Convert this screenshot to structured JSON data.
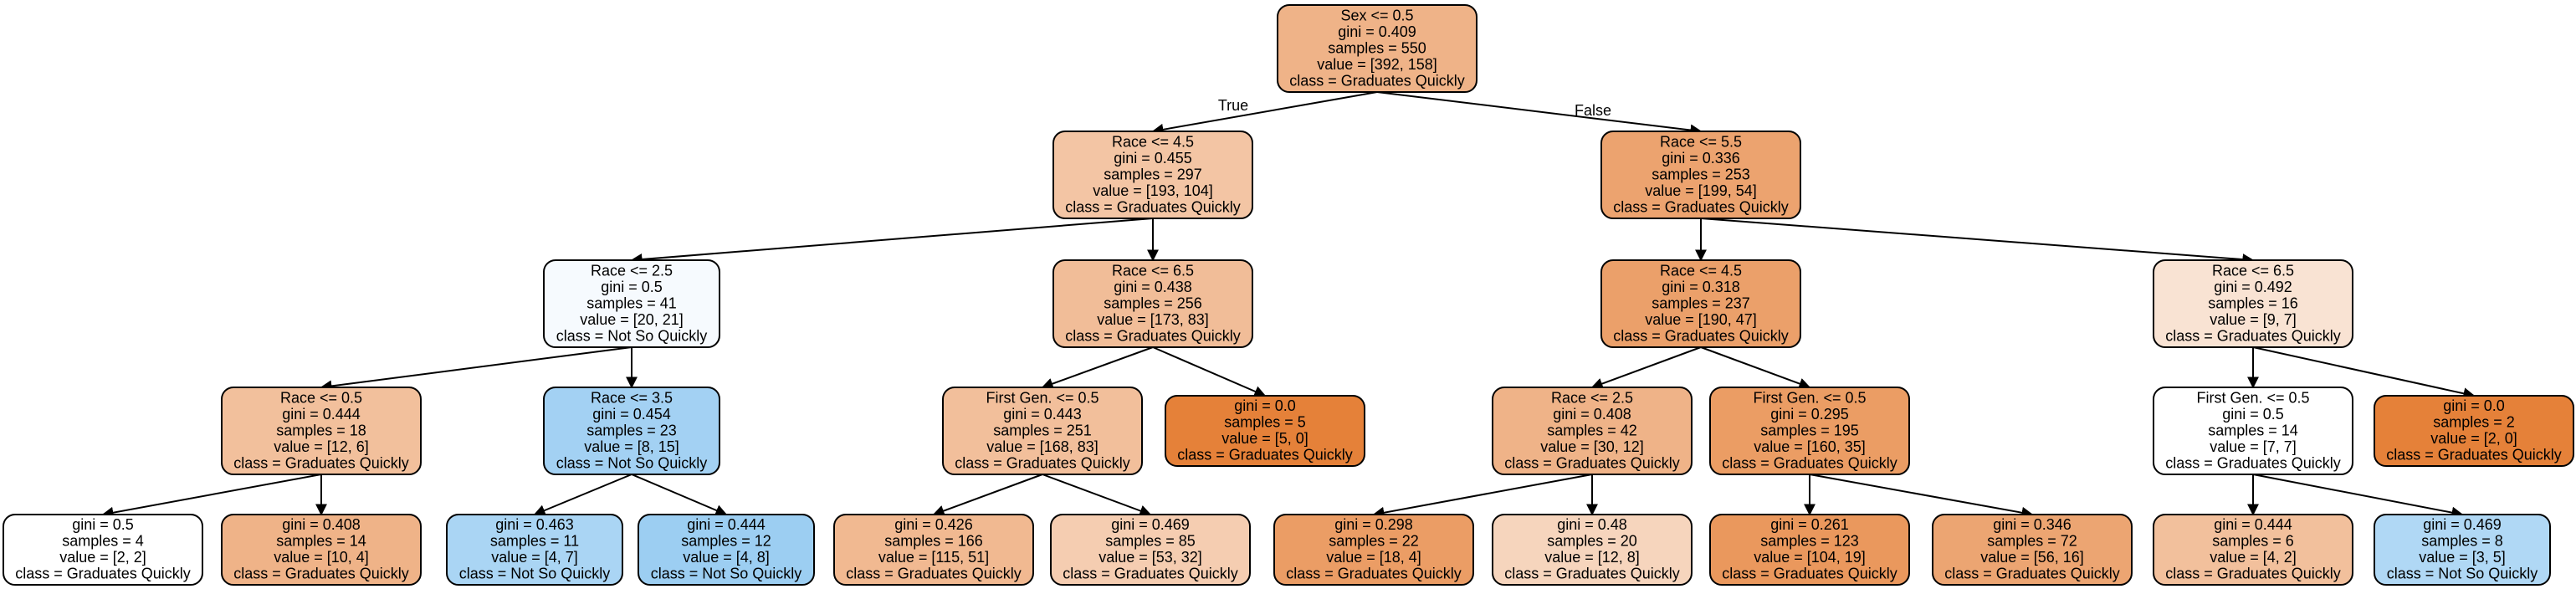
{
  "tree": {
    "nodes": [
      {
        "id": "n0",
        "lines": [
          "Sex <= 0.5",
          "gini = 0.409",
          "samples = 550",
          "value = [392, 158]",
          "class = Graduates Quickly"
        ],
        "fill": "#efb388"
      },
      {
        "id": "n1",
        "lines": [
          "Race <= 4.5",
          "gini = 0.455",
          "samples = 297",
          "value = [193, 104]",
          "class = Graduates Quickly"
        ],
        "fill": "#f3c5a4"
      },
      {
        "id": "n2",
        "lines": [
          "Race <= 5.5",
          "gini = 0.336",
          "samples = 253",
          "value = [199, 54]",
          "class = Graduates Quickly"
        ],
        "fill": "#eca36f"
      },
      {
        "id": "n3",
        "lines": [
          "Race <= 2.5",
          "gini = 0.5",
          "samples = 41",
          "value = [20, 21]",
          "class = Not So Quickly"
        ],
        "fill": "#f6fafe"
      },
      {
        "id": "n4",
        "lines": [
          "Race <= 6.5",
          "gini = 0.438",
          "samples = 256",
          "value = [173, 83]",
          "class = Graduates Quickly"
        ],
        "fill": "#f1bd98"
      },
      {
        "id": "n5",
        "lines": [
          "Race <= 4.5",
          "gini = 0.318",
          "samples = 237",
          "value = [190, 47]",
          "class = Graduates Quickly"
        ],
        "fill": "#eba06a"
      },
      {
        "id": "n6",
        "lines": [
          "Race <= 6.5",
          "gini = 0.492",
          "samples = 16",
          "value = [9, 7]",
          "class = Graduates Quickly"
        ],
        "fill": "#f9e3d3"
      },
      {
        "id": "n7",
        "lines": [
          "Race <= 0.5",
          "gini = 0.444",
          "samples = 18",
          "value = [12, 6]",
          "class = Graduates Quickly"
        ],
        "fill": "#f2c09c"
      },
      {
        "id": "n8",
        "lines": [
          "Race <= 3.5",
          "gini = 0.454",
          "samples = 23",
          "value = [8, 15]",
          "class = Not So Quickly"
        ],
        "fill": "#a3d1f3"
      },
      {
        "id": "n9",
        "lines": [
          "First Gen. <= 0.5",
          "gini = 0.443",
          "samples = 251",
          "value = [168, 83]",
          "class = Graduates Quickly"
        ],
        "fill": "#f2bf9b"
      },
      {
        "id": "n10",
        "lines": [
          "gini = 0.0",
          "samples = 5",
          "value = [5, 0]",
          "class = Graduates Quickly"
        ],
        "fill": "#e58139"
      },
      {
        "id": "n11",
        "lines": [
          "Race <= 2.5",
          "gini = 0.408",
          "samples = 42",
          "value = [30, 12]",
          "class = Graduates Quickly"
        ],
        "fill": "#efb388"
      },
      {
        "id": "n12",
        "lines": [
          "First Gen. <= 0.5",
          "gini = 0.295",
          "samples = 195",
          "value = [160, 35]",
          "class = Graduates Quickly"
        ],
        "fill": "#eb9d64"
      },
      {
        "id": "n13",
        "lines": [
          "First Gen. <= 0.5",
          "gini = 0.5",
          "samples = 14",
          "value = [7, 7]",
          "class = Graduates Quickly"
        ],
        "fill": "#ffffff"
      },
      {
        "id": "n14",
        "lines": [
          "gini = 0.0",
          "samples = 2",
          "value = [2, 0]",
          "class = Graduates Quickly"
        ],
        "fill": "#e58139"
      },
      {
        "id": "n15",
        "lines": [
          "gini = 0.5",
          "samples = 4",
          "value = [2, 2]",
          "class = Graduates Quickly"
        ],
        "fill": "#ffffff"
      },
      {
        "id": "n16",
        "lines": [
          "gini = 0.408",
          "samples = 14",
          "value = [10, 4]",
          "class = Graduates Quickly"
        ],
        "fill": "#efb388"
      },
      {
        "id": "n17",
        "lines": [
          "gini = 0.463",
          "samples = 11",
          "value = [4, 7]",
          "class = Not So Quickly"
        ],
        "fill": "#aad5f4"
      },
      {
        "id": "n18",
        "lines": [
          "gini = 0.444",
          "samples = 12",
          "value = [4, 8]",
          "class = Not So Quickly"
        ],
        "fill": "#9ccef2"
      },
      {
        "id": "n19",
        "lines": [
          "gini = 0.426",
          "samples = 166",
          "value = [115, 51]",
          "class = Graduates Quickly"
        ],
        "fill": "#f1b991"
      },
      {
        "id": "n20",
        "lines": [
          "gini = 0.469",
          "samples = 85",
          "value = [53, 32]",
          "class = Graduates Quickly"
        ],
        "fill": "#f5cdb1"
      },
      {
        "id": "n21",
        "lines": [
          "gini = 0.298",
          "samples = 22",
          "value = [18, 4]",
          "class = Graduates Quickly"
        ],
        "fill": "#eb9d65"
      },
      {
        "id": "n22",
        "lines": [
          "gini = 0.48",
          "samples = 20",
          "value = [12, 8]",
          "class = Graduates Quickly"
        ],
        "fill": "#f6d5bd"
      },
      {
        "id": "n23",
        "lines": [
          "gini = 0.261",
          "samples = 123",
          "value = [104, 19]",
          "class = Graduates Quickly"
        ],
        "fill": "#ea985d"
      },
      {
        "id": "n24",
        "lines": [
          "gini = 0.346",
          "samples = 72",
          "value = [56, 16]",
          "class = Graduates Quickly"
        ],
        "fill": "#eca572"
      },
      {
        "id": "n25",
        "lines": [
          "gini = 0.444",
          "samples = 6",
          "value = [4, 2]",
          "class = Graduates Quickly"
        ],
        "fill": "#f2c09c"
      },
      {
        "id": "n26",
        "lines": [
          "gini = 0.469",
          "samples = 8",
          "value = [3, 5]",
          "class = Not So Quickly"
        ],
        "fill": "#b0d8f5"
      }
    ],
    "edges": [
      {
        "from": "n0",
        "to": "n1",
        "label": "True"
      },
      {
        "from": "n0",
        "to": "n2",
        "label": "False"
      },
      {
        "from": "n1",
        "to": "n3"
      },
      {
        "from": "n1",
        "to": "n4"
      },
      {
        "from": "n2",
        "to": "n5"
      },
      {
        "from": "n2",
        "to": "n6"
      },
      {
        "from": "n3",
        "to": "n7"
      },
      {
        "from": "n3",
        "to": "n8"
      },
      {
        "from": "n4",
        "to": "n9"
      },
      {
        "from": "n4",
        "to": "n10"
      },
      {
        "from": "n5",
        "to": "n11"
      },
      {
        "from": "n5",
        "to": "n12"
      },
      {
        "from": "n6",
        "to": "n13"
      },
      {
        "from": "n6",
        "to": "n14"
      },
      {
        "from": "n7",
        "to": "n15"
      },
      {
        "from": "n7",
        "to": "n16"
      },
      {
        "from": "n8",
        "to": "n17"
      },
      {
        "from": "n8",
        "to": "n18"
      },
      {
        "from": "n9",
        "to": "n19"
      },
      {
        "from": "n9",
        "to": "n20"
      },
      {
        "from": "n11",
        "to": "n21"
      },
      {
        "from": "n11",
        "to": "n22"
      },
      {
        "from": "n12",
        "to": "n23"
      },
      {
        "from": "n12",
        "to": "n24"
      },
      {
        "from": "n13",
        "to": "n25"
      },
      {
        "from": "n13",
        "to": "n26"
      }
    ]
  }
}
